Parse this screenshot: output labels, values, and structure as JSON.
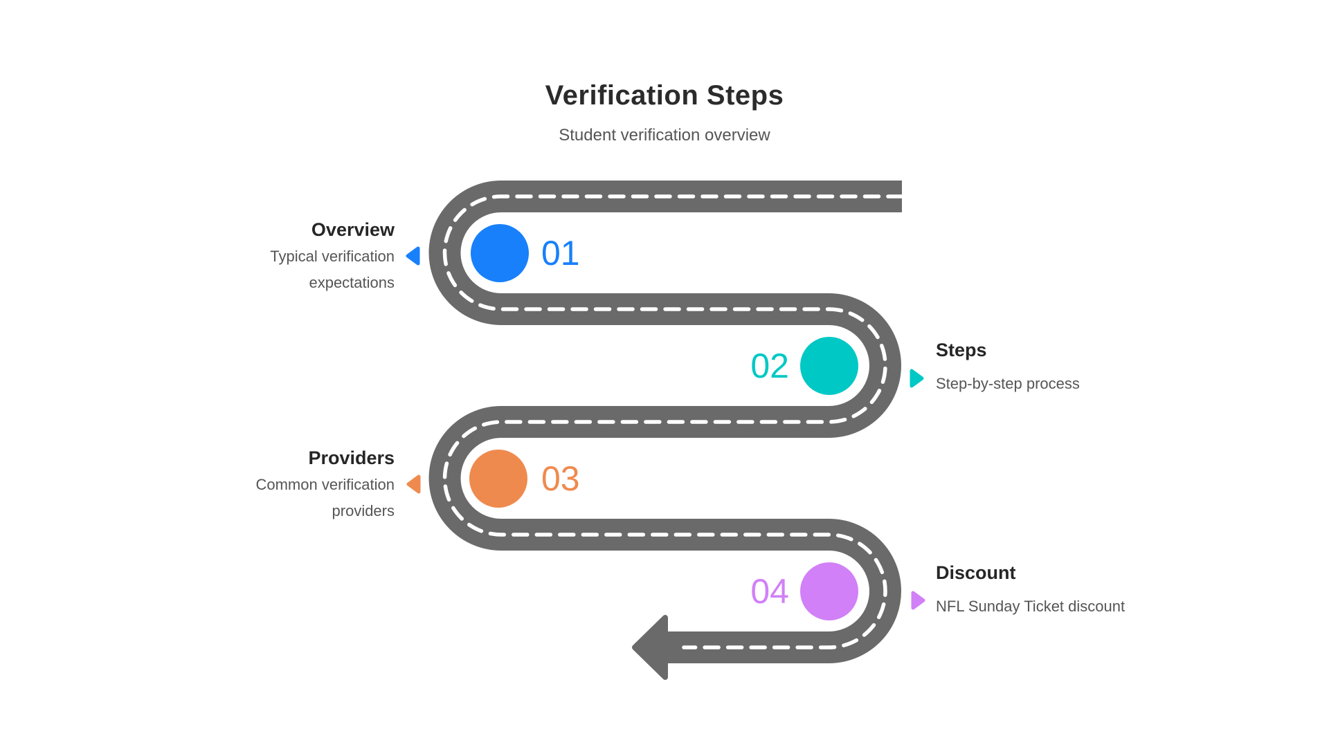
{
  "title": "Verification Steps",
  "subtitle": "Student verification overview",
  "colors": {
    "road": "#6a6a6a",
    "dash": "#ffffff",
    "heading": "#2b2b2b",
    "label": "#262626",
    "description": "#555555"
  },
  "steps": [
    {
      "number": "01",
      "label": "Overview",
      "description": "Typical verification expectations",
      "color": "#1880fa",
      "side": "left"
    },
    {
      "number": "02",
      "label": "Steps",
      "description": "Step-by-step process",
      "color": "#00c8c5",
      "side": "right"
    },
    {
      "number": "03",
      "label": "Providers",
      "description": "Common verification providers",
      "color": "#ef8a4e",
      "side": "left"
    },
    {
      "number": "04",
      "label": "Discount",
      "description": "NFL Sunday Ticket discount",
      "color": "#d180f7",
      "side": "right"
    }
  ]
}
